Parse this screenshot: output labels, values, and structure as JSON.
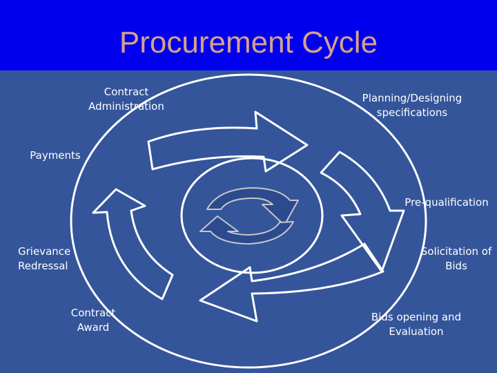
{
  "title": "Procurement Cycle",
  "colors": {
    "title_bar": "#0000ee",
    "title_text": "#d9a08a",
    "background": "#34559a",
    "outline": "#ffffff"
  },
  "stages": {
    "contract_administration": [
      "Contract",
      "Administration"
    ],
    "planning": [
      "Planning/Designing",
      "specifications"
    ],
    "payments": [
      "Payments"
    ],
    "prequalification": [
      "Pre-qualification"
    ],
    "grievance": [
      "Grievance",
      "Redressal"
    ],
    "solicitation": [
      "Solicitation of",
      "Bids"
    ],
    "contract_award": [
      "Contract",
      "Award"
    ],
    "bids_opening": [
      "Bids opening and",
      "Evaluation"
    ]
  },
  "center_icon": "refresh-cycle-icon"
}
